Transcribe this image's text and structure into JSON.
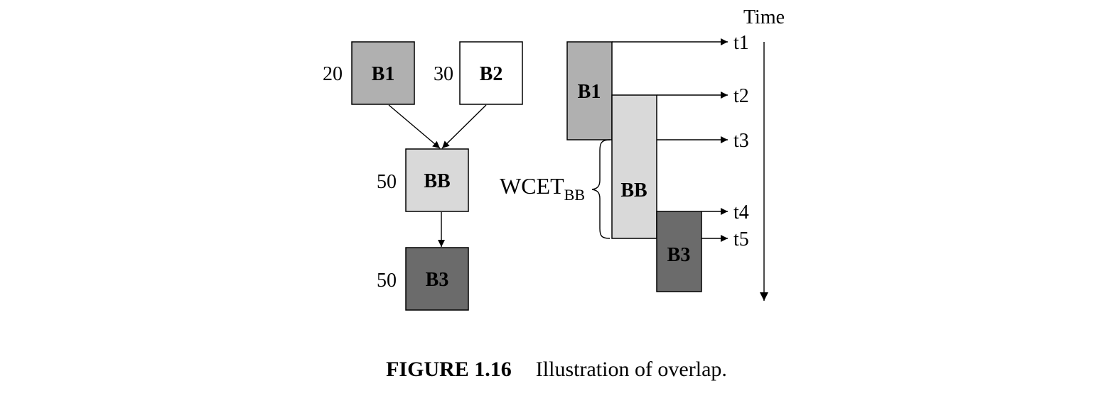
{
  "graph": {
    "b1": {
      "label": "B1",
      "cost": "20"
    },
    "b2": {
      "label": "B2",
      "cost": "30"
    },
    "bb": {
      "label": "BB",
      "cost": "50"
    },
    "b3": {
      "label": "B3",
      "cost": "50"
    }
  },
  "timeline": {
    "axis_label": "Time",
    "ticks": [
      "t1",
      "t2",
      "t3",
      "t4",
      "t5"
    ],
    "bars": {
      "b1": "B1",
      "bb": "BB",
      "b3": "B3"
    },
    "wcet": {
      "main": "WCET",
      "sub": "BB"
    }
  },
  "caption": {
    "number": "FIGURE 1.16",
    "text": "Illustration of overlap."
  },
  "colors": {
    "b1_fill": "#b0b0b0",
    "b2_fill": "#ffffff",
    "bb_fill": "#d9d9d9",
    "b3_fill": "#6b6b6b",
    "stroke": "#000000"
  }
}
